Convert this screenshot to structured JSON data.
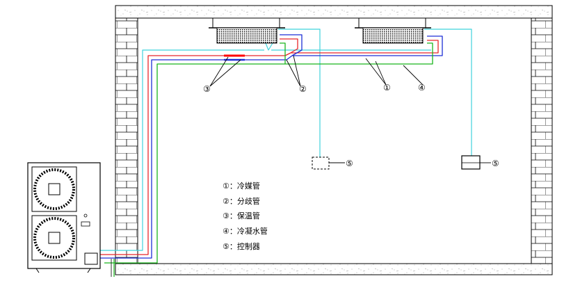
{
  "callouts": {
    "c1": "①",
    "c2": "②",
    "c3": "③",
    "c4": "④",
    "c5a": "⑤",
    "c5b": "⑤"
  },
  "legend": [
    {
      "symbol": "①",
      "sep": "：",
      "text": "冷媒管"
    },
    {
      "symbol": "②",
      "sep": "：",
      "text": "分歧管"
    },
    {
      "symbol": "③",
      "sep": "：",
      "text": "保温管"
    },
    {
      "symbol": "④",
      "sep": "：",
      "text": "冷凝水管"
    },
    {
      "symbol": "⑤",
      "sep": "：",
      "text": "控制器"
    }
  ],
  "colors": {
    "wall": "#000000",
    "speckle": "#9a9a9a",
    "refrigerant_red": "#e8262a",
    "refrigerant_blue": "#1d2fd6",
    "condensate_green": "#19b51c",
    "control_cyan": "#3fd3dc",
    "insulation_red": "#ff0000"
  },
  "icons": {
    "outdoor_unit": "outdoor-ac-unit-icon",
    "indoor_unit": "ceiling-cassette-unit-icon",
    "controller": "wall-controller-icon"
  }
}
